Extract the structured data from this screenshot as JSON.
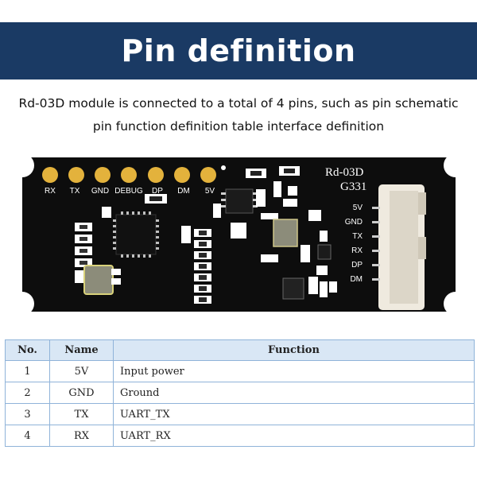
{
  "header": {
    "title": "Pin definition"
  },
  "description": {
    "line1": "Rd-03D module is connected to a total of 4 pins, such as pin schematic",
    "line2": "pin function definition table interface definition"
  },
  "board": {
    "model": "Rd-03D",
    "revision": "G331",
    "top_pins": [
      "RX",
      "TX",
      "GND",
      "DEBUG",
      "DP",
      "DM",
      "5V"
    ],
    "connector_pins": [
      "5V",
      "GND",
      "TX",
      "RX",
      "DP",
      "DM"
    ],
    "colors": {
      "pcb": "#0d0d0d",
      "pad": "#e3b23c",
      "silk": "#ffffff"
    }
  },
  "table": {
    "headers": {
      "no": "No.",
      "name": "Name",
      "function": "Function"
    },
    "rows": [
      {
        "no": "1",
        "name": "5V",
        "function": "Input power"
      },
      {
        "no": "2",
        "name": "GND",
        "function": "Ground"
      },
      {
        "no": "3",
        "name": "TX",
        "function": "UART_TX"
      },
      {
        "no": "4",
        "name": "RX",
        "function": "UART_RX"
      }
    ]
  }
}
